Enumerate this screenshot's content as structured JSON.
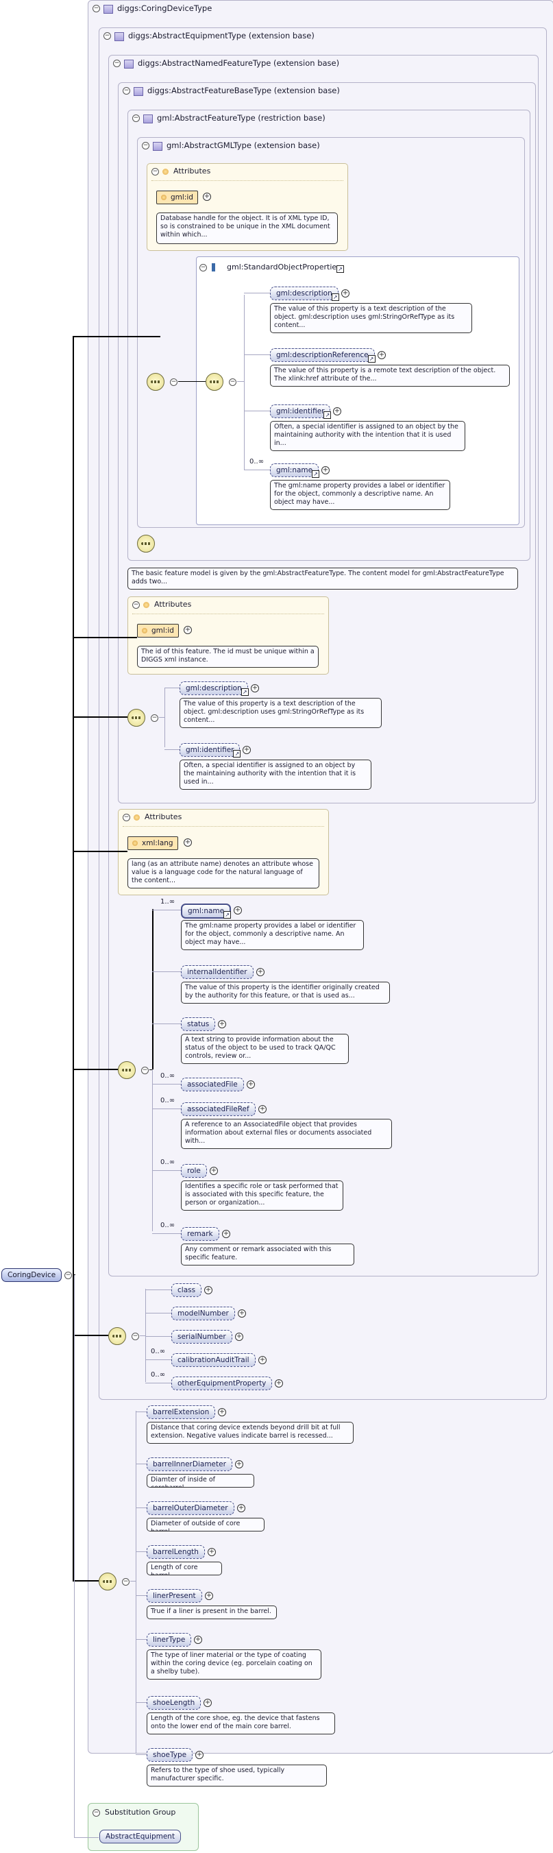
{
  "contexts": {
    "coring_device_type": "diggs:CoringDeviceType",
    "abstract_equipment_type": "diggs:AbstractEquipmentType (extension base)",
    "abstract_named_feature_type": "diggs:AbstractNamedFeatureType (extension base)",
    "abstract_feature_base_type": "diggs:AbstractFeatureBaseType (extension base)",
    "gml_abstract_feature_type": "gml:AbstractFeatureType (restriction base)",
    "gml_abstract_gml_type": "gml:AbstractGMLType (extension base)"
  },
  "labels": {
    "attributes": "Attributes",
    "standard_object_properties": "gml:StandardObjectProperties",
    "substitution_group": "Substitution Group"
  },
  "root": "CoringDevice",
  "gml_type": {
    "attr_id": "gml:id",
    "attr_id_doc": "Database handle for the object. It is of XML type ID, so is constrained to be unique in the XML document within which...",
    "elements": [
      {
        "name": "gml:description",
        "occ": "",
        "doc": "The value of this property is a text description of the object. gml:description uses gml:StringOrRefType as its content..."
      },
      {
        "name": "gml:descriptionReference",
        "occ": "",
        "doc": "The value of this property is a remote text description of the object. The xlink:href attribute of the..."
      },
      {
        "name": "gml:identifier",
        "occ": "",
        "doc": "Often, a special identifier is assigned to an object by the maintaining authority with the intention that it is used in..."
      },
      {
        "name": "gml:name",
        "occ": "0..∞",
        "doc": "The gml:name property provides a label or identifier for the object, commonly a descriptive name. An object may have..."
      }
    ]
  },
  "feature_type_doc": "The basic feature model is given by the gml:AbstractFeatureType. The content model for gml:AbstractFeatureType adds two...",
  "base_type": {
    "attr_id": "gml:id",
    "attr_id_doc": "The id of this feature. The id must be unique within a DIGGS xml instance.",
    "elements": [
      {
        "name": "gml:description",
        "doc": "The value of this property is a text description of the object. gml:description uses gml:StringOrRefType as its content..."
      },
      {
        "name": "gml:identifier",
        "doc": "Often, a special identifier is assigned to an object by the maintaining authority with the intention that it is used in..."
      }
    ]
  },
  "named_feature": {
    "attr_lang": "xml:lang",
    "attr_lang_doc": "lang (as an attribute name) denotes an attribute whose value is a language code for the natural language of the content...",
    "elements": [
      {
        "name": "gml:name",
        "occ": "1..∞",
        "doc": "The gml:name property provides a label or identifier for the object, commonly a descriptive name. An object may have..."
      },
      {
        "name": "internalIdentifier",
        "occ": "",
        "doc": "The value of this property is the identifier originally created by the authority for this feature, or that is used as..."
      },
      {
        "name": "status",
        "occ": "",
        "doc": "A text string to provide information about the status of the object to be used to track QA/QC controls, review or..."
      },
      {
        "name": "associatedFile",
        "occ": "0..∞",
        "doc": ""
      },
      {
        "name": "associatedFileRef",
        "occ": "0..∞",
        "doc": "A reference to an AssociatedFile object that provides information about external files or documents associated with..."
      },
      {
        "name": "role",
        "occ": "0..∞",
        "doc": "Identifies a specific role or task performed that is associated with this specific feature, the person or organization..."
      },
      {
        "name": "remark",
        "occ": "0..∞",
        "doc": "Any comment or remark associated with this specific feature."
      }
    ]
  },
  "equipment": {
    "elements": [
      {
        "name": "class",
        "occ": ""
      },
      {
        "name": "modelNumber",
        "occ": ""
      },
      {
        "name": "serialNumber",
        "occ": ""
      },
      {
        "name": "calibrationAuditTrail",
        "occ": "0..∞"
      },
      {
        "name": "otherEquipmentProperty",
        "occ": "0..∞"
      }
    ]
  },
  "coring": {
    "elements": [
      {
        "name": "barrelExtension",
        "doc": "Distance that coring device extends beyond drill bit at full extension. Negative values indicate barrel is recessed..."
      },
      {
        "name": "barrelInnerDiameter",
        "doc": "Diamter of inside of corebarrel"
      },
      {
        "name": "barrelOuterDiameter",
        "doc": "Diameter of outside of core barrel"
      },
      {
        "name": "barrelLength",
        "doc": "Length of core barrel"
      },
      {
        "name": "linerPresent",
        "doc": "True if a liner is present in the barrel."
      },
      {
        "name": "linerType",
        "doc": "The type of liner material or the type of coating within the coring device (eg. porcelain coating on a shelby tube)."
      },
      {
        "name": "shoeLength",
        "doc": "Length of the core shoe, eg. the device that fastens onto the lower end of the main core barrel."
      },
      {
        "name": "shoeType",
        "doc": "Refers to the type of shoe used, typically manufacturer specific."
      }
    ]
  },
  "substitution": {
    "element": "AbstractEquipment"
  }
}
